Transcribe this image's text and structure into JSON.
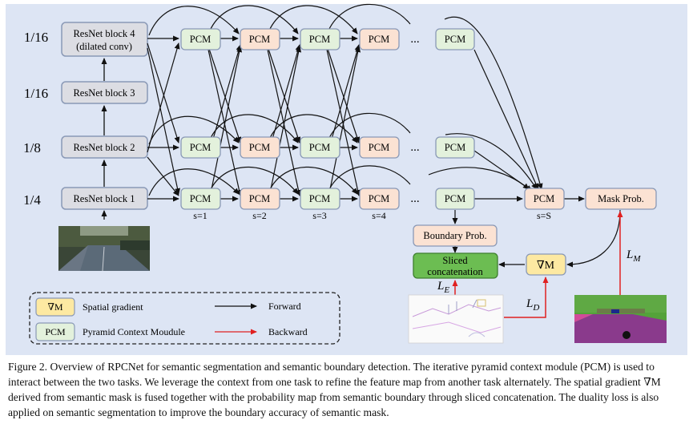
{
  "figure": {
    "scales": [
      "1/16",
      "1/16",
      "1/8",
      "1/4"
    ],
    "resnet_blocks": [
      {
        "line1": "ResNet block 4",
        "line2": "(dilated conv)"
      },
      {
        "line1": "ResNet block 3",
        "line2": ""
      },
      {
        "line1": "ResNet block 2",
        "line2": ""
      },
      {
        "line1": "ResNet block 1",
        "line2": ""
      }
    ],
    "pcm_label": "PCM",
    "ellipsis": "...",
    "step_labels": [
      "s=1",
      "s=2",
      "s=3",
      "s=4",
      "s=S"
    ],
    "mask_prob": "Mask Prob.",
    "boundary_prob": "Boundary Prob.",
    "sliced_concat": {
      "line1": "Sliced",
      "line2": "concatenation"
    },
    "spatial_gradient_symbol": "∇M",
    "loss_labels": {
      "le": {
        "main": "L",
        "sub": "E"
      },
      "ld": {
        "main": "L",
        "sub": "D"
      },
      "lm": {
        "main": "L",
        "sub": "M"
      }
    },
    "legend": {
      "gradient_symbol": "∇M",
      "gradient_label": "Spatial gradient",
      "pcm_symbol": "PCM",
      "pcm_label": "Pyramid Context Moudule",
      "forward_label": "Forward",
      "backward_label": "Backward"
    },
    "colors": {
      "panel_bg": "#dde5f4",
      "resnet_fill": "#dcdde3",
      "pcm_green": "#e3f1dc",
      "pcm_orange": "#fbe2d3",
      "sliced_fill": "#6cbd52",
      "gradient_fill": "#fde9a2",
      "forward": "#111111",
      "backward": "#e02020"
    }
  },
  "caption": "Figure 2. Overview of RPCNet for semantic segmentation and semantic boundary detection. The iterative pyramid context module (PCM) is used to interact between the two tasks. We leverage the context from one task to refine the feature map from another task alternately. The spatial gradient ∇M derived from semantic mask is fused together with the probability map from semantic boundary through sliced concatenation. The duality loss is also applied on semantic segmentation to improve the boundary accuracy of semantic mask."
}
